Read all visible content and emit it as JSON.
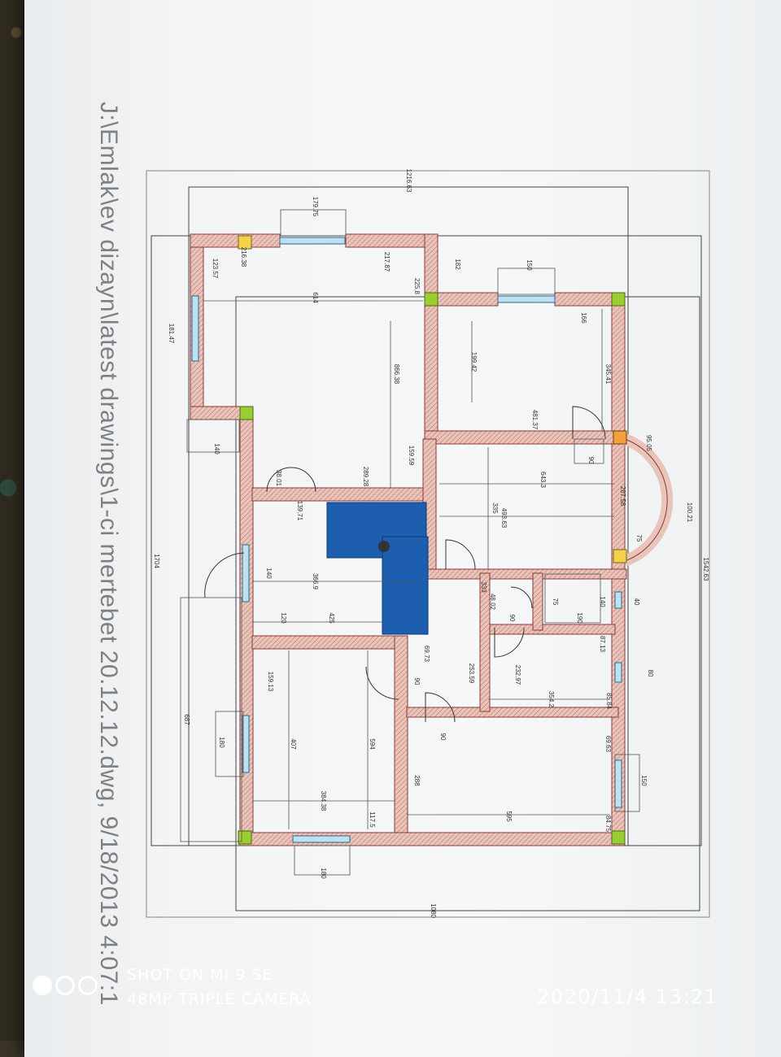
{
  "photo": {
    "file_path_label": "J:\\Emlak\\ev dizayn\\latest drawings\\1-ci mertebet 20.12.12.dwg, 9/18/2013 4:07:1",
    "camera_watermark": {
      "line1": "SHOT ON MI 9 SE",
      "line2": "48MP TRIPLE CAMERA"
    },
    "timestamp": "2020/11/4  13:21"
  },
  "plan_dimensions": [
    "1216.63",
    "179.75",
    "216.38",
    "217.87",
    "182",
    "150",
    "123.57",
    "225.8",
    "614",
    "166",
    "181.47",
    "866.38",
    "199.42",
    "345.41",
    "481.37",
    "95.05",
    "140",
    "159.59",
    "38.01",
    "289.28",
    "90",
    "643.3",
    "287.58",
    "139.71",
    "335",
    "493.63",
    "100.21",
    "75",
    "1542.63",
    "1704",
    "140",
    "366.9",
    "333",
    "48.02",
    "75",
    "140",
    "40",
    "120",
    "425",
    "90",
    "190",
    "69.73",
    "87.13",
    "159.13",
    "253.59",
    "232.97",
    "80",
    "90",
    "354.2",
    "85.84",
    "687",
    "180",
    "407",
    "594",
    "90",
    "69.63",
    "288",
    "150",
    "384.38",
    "117.5",
    "595",
    "84.75",
    "180",
    "1080"
  ]
}
